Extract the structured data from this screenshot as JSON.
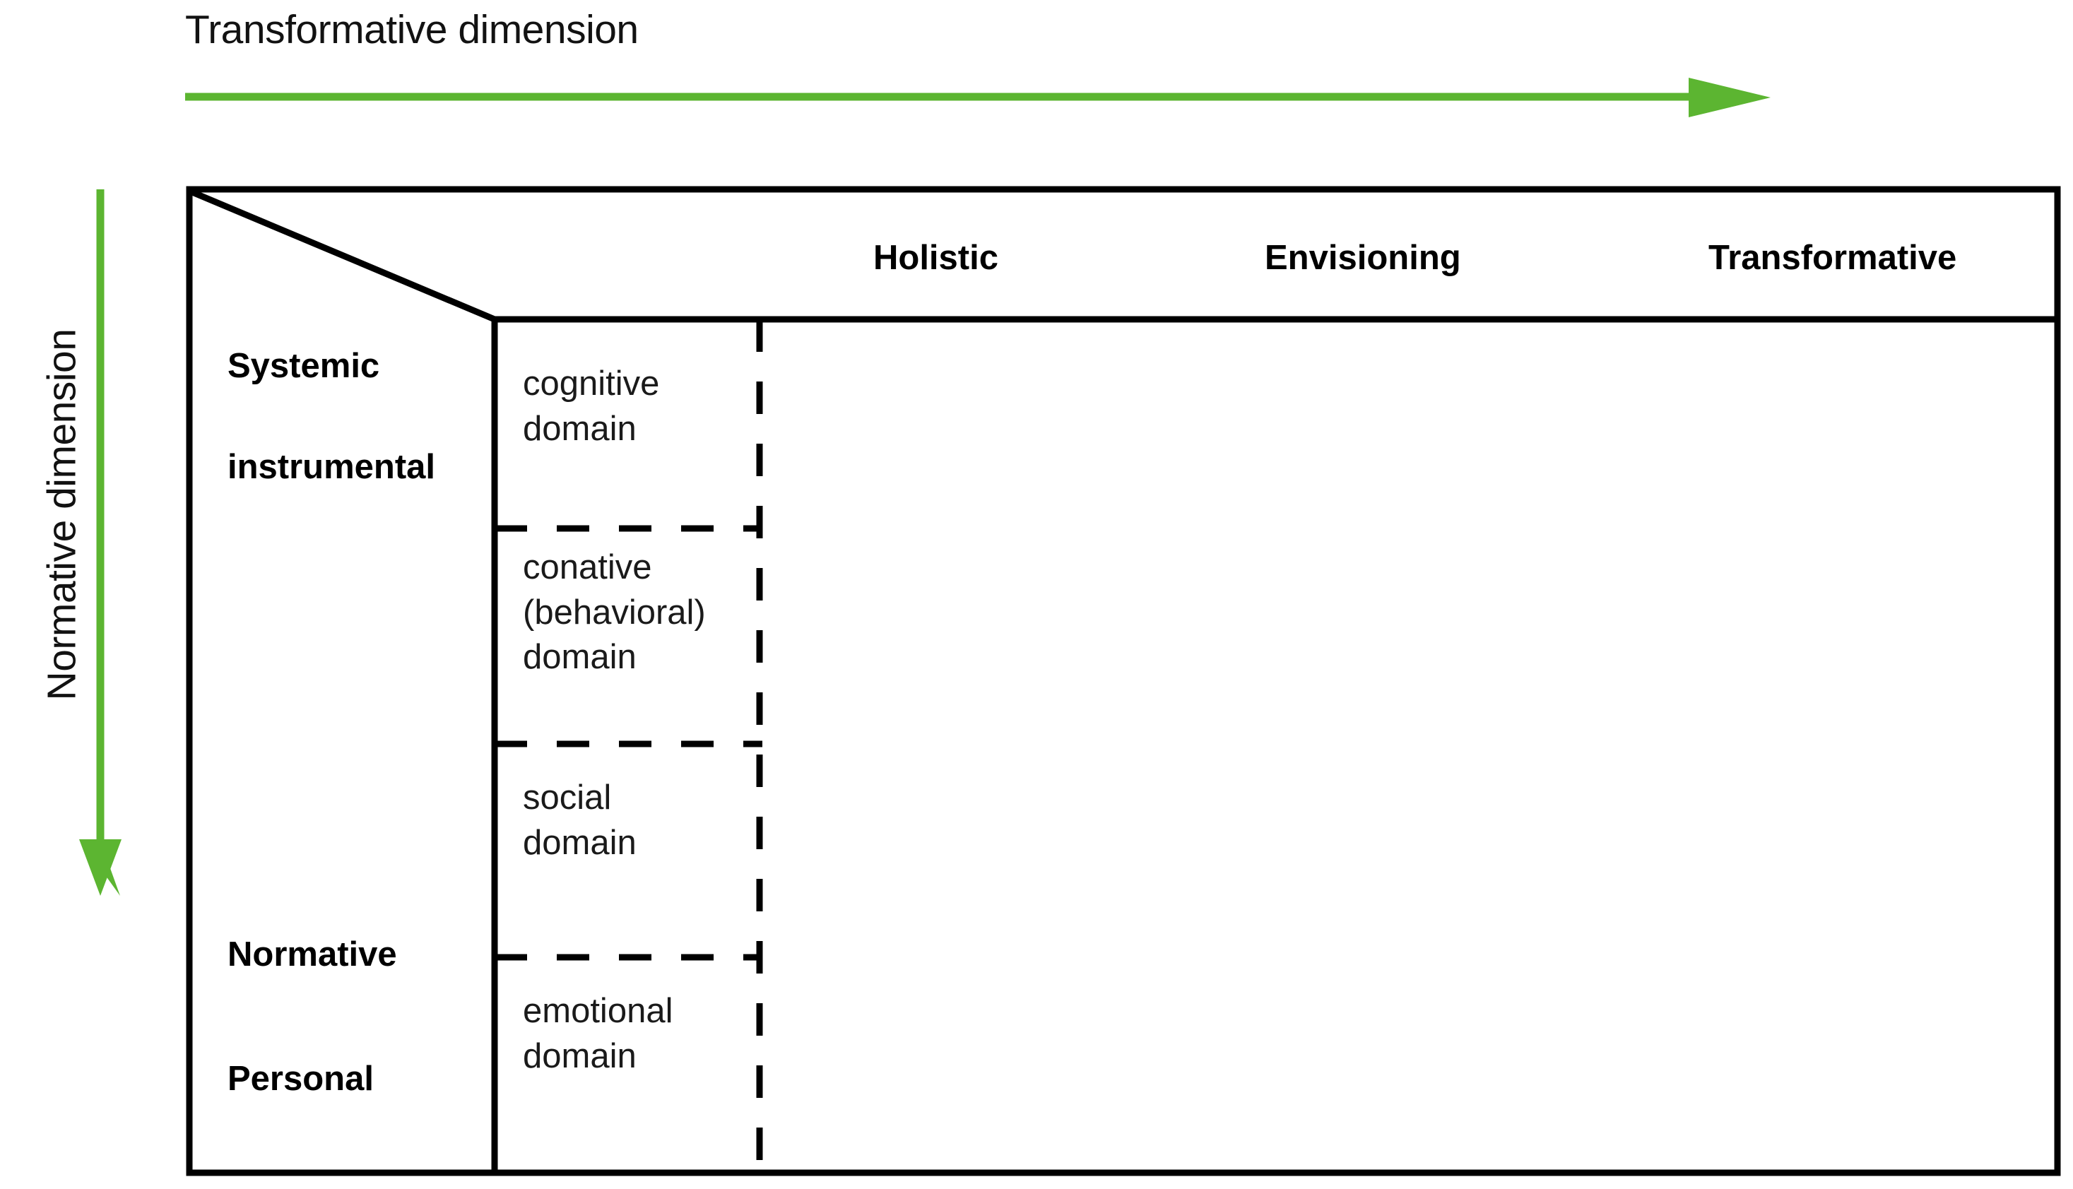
{
  "diagram": {
    "title_top": "Transformative dimension",
    "title_left": "Normative dimension",
    "accent_green": "#5CB531",
    "line_black": "#000000",
    "background": "#ffffff",
    "axes": {
      "horizontal": {
        "label": "Transformative dimension",
        "direction": "right",
        "arrow_color": "#5CB531"
      },
      "vertical": {
        "label": "Normative dimension",
        "direction": "down",
        "arrow_color": "#5CB531"
      }
    },
    "column_headers": [
      {
        "id": "holistic",
        "label": "Holistic"
      },
      {
        "id": "envisioning",
        "label": "Envisioning"
      },
      {
        "id": "transformative",
        "label": "Transformative"
      }
    ],
    "normative_scale_labels": [
      {
        "id": "systemic",
        "label": "Systemic"
      },
      {
        "id": "instrumental",
        "label": "instrumental"
      },
      {
        "id": "normative",
        "label": "Normative"
      },
      {
        "id": "personal",
        "label": "Personal"
      }
    ],
    "domain_rows": [
      {
        "id": "cognitive",
        "label": "cognitive\ndomain"
      },
      {
        "id": "conative",
        "label": "conative\n(behavioral)\ndomain"
      },
      {
        "id": "social",
        "label": "social\ndomain"
      },
      {
        "id": "emotional",
        "label": "emotional\ndomain"
      }
    ],
    "matrix_body": {
      "cells": [],
      "note": "empty grid region to the right of the domain column"
    }
  }
}
